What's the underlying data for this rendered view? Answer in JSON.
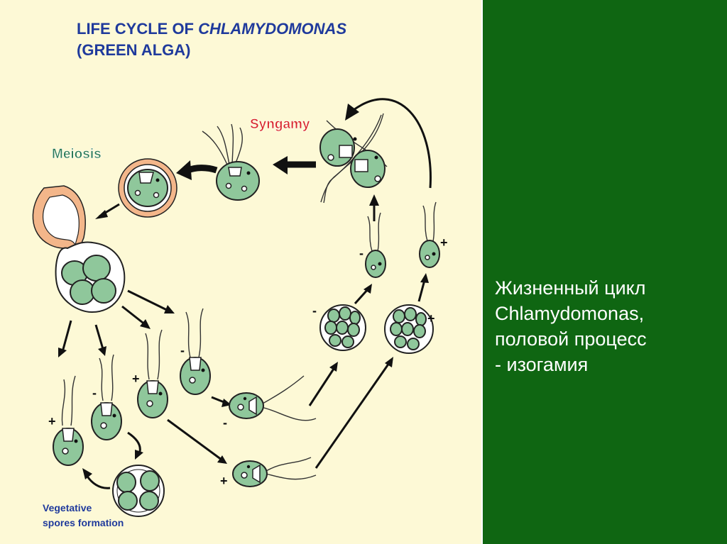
{
  "slide": {
    "title_line1_prefix": "LIFE CYCLE OF ",
    "title_line1_italic": "CHLAMYDOMONAS",
    "title_line2": "(GREEN ALGA)",
    "caption_lines": [
      "Жизненный цикл",
      "Chlamydomonas,",
      "половой процесс",
      "- изогамия"
    ]
  },
  "diagram": {
    "labels": {
      "syngamy": "Syngamy",
      "meiosis": "Meiosis",
      "vegetative_line1": "Vegetative",
      "vegetative_line2": "spores formation"
    },
    "signs": {
      "plus": "+",
      "minus": "-"
    }
  },
  "colors": {
    "background": "#fdf9d6",
    "right_panel": "#0f6612",
    "cell_fill": "#8fc79b",
    "title": "#1f3a9c",
    "syngamy_label": "#d8282b",
    "meiosis_label": "#2c7a55",
    "zygote_wall": "#f3b68a"
  }
}
